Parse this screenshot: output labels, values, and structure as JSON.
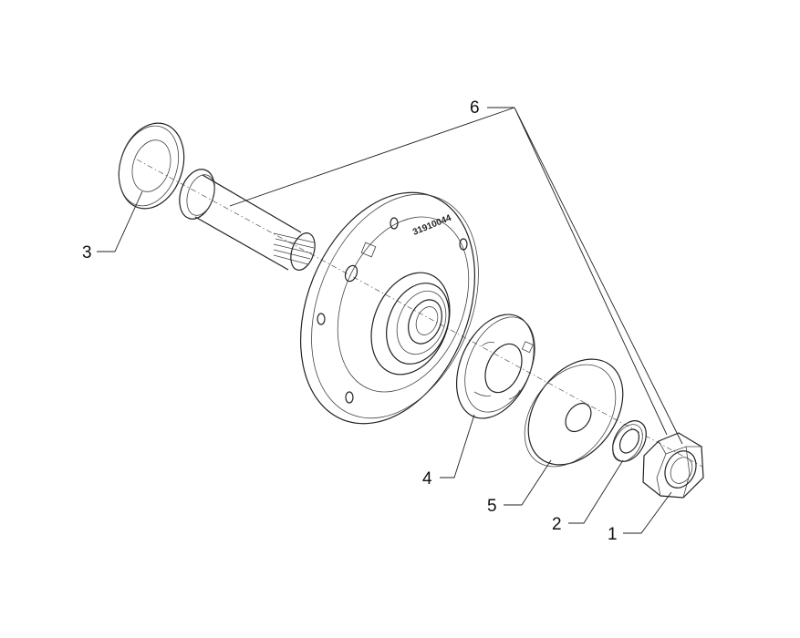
{
  "diagram": {
    "callouts": [
      {
        "id": "1",
        "label": "1"
      },
      {
        "id": "2",
        "label": "2"
      },
      {
        "id": "3",
        "label": "3"
      },
      {
        "id": "4",
        "label": "4"
      },
      {
        "id": "5",
        "label": "5"
      },
      {
        "id": "6",
        "label": "6"
      }
    ],
    "hub_marking": "31910044",
    "colors": {
      "line": "#222222",
      "background": "#ffffff"
    }
  }
}
